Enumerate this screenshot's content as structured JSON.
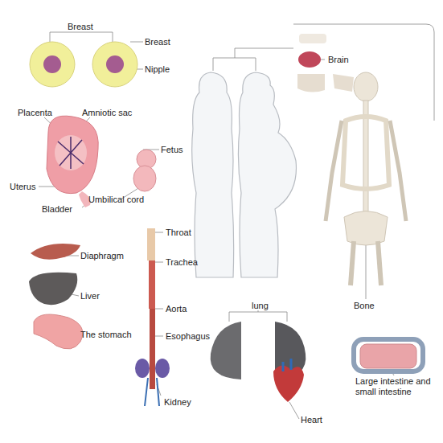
{
  "diagram": {
    "labels": [
      "Breast",
      "Breast",
      "Nipple",
      "Brain",
      "Placenta",
      "Amniotic sac",
      "Fetus",
      "Uterus",
      "Umbilical cord",
      "Bladder",
      "Throat",
      "Diaphragm",
      "Trachea",
      "Liver",
      "Aorta",
      "The stomach",
      "Esophagus",
      "lung",
      "Kidney",
      "Large intestine and small intestine",
      "Heart",
      "Bone"
    ]
  }
}
